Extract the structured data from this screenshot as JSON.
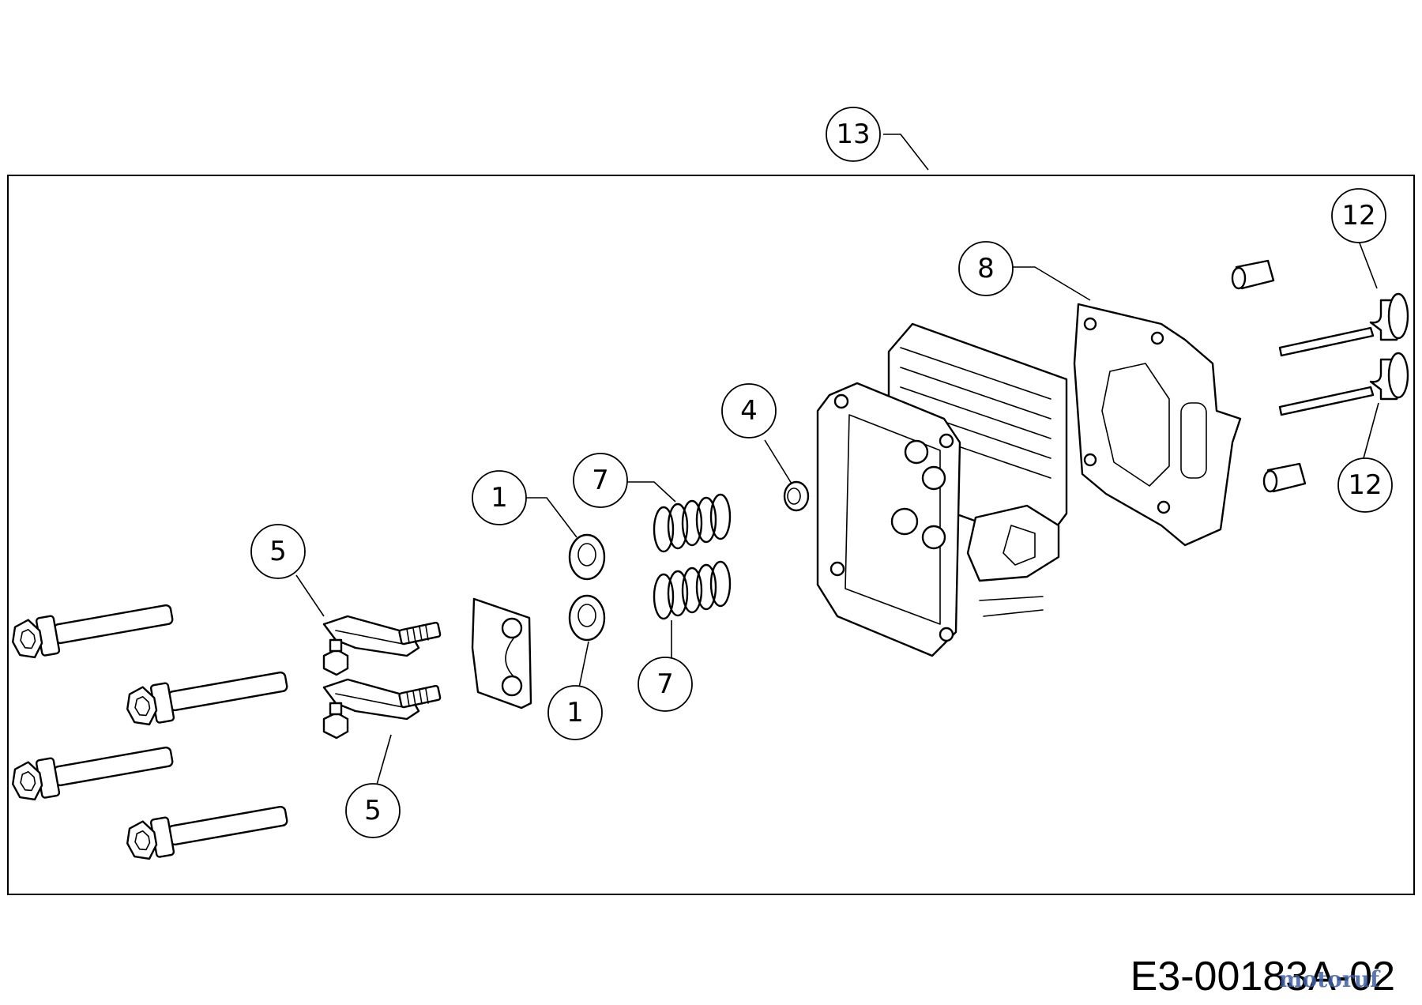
{
  "drawing_code": "E3-00183A-02",
  "watermark": "motoruf",
  "callouts": [
    {
      "label": "13"
    },
    {
      "label": "12"
    },
    {
      "label": "8"
    },
    {
      "label": "4"
    },
    {
      "label": "7"
    },
    {
      "label": "1"
    },
    {
      "label": "5"
    },
    {
      "label": "1"
    },
    {
      "label": "7"
    },
    {
      "label": "12"
    },
    {
      "label": "5"
    }
  ],
  "colors": {
    "line": "#000000",
    "background": "#ffffff",
    "watermark": "#3d5fa8"
  }
}
